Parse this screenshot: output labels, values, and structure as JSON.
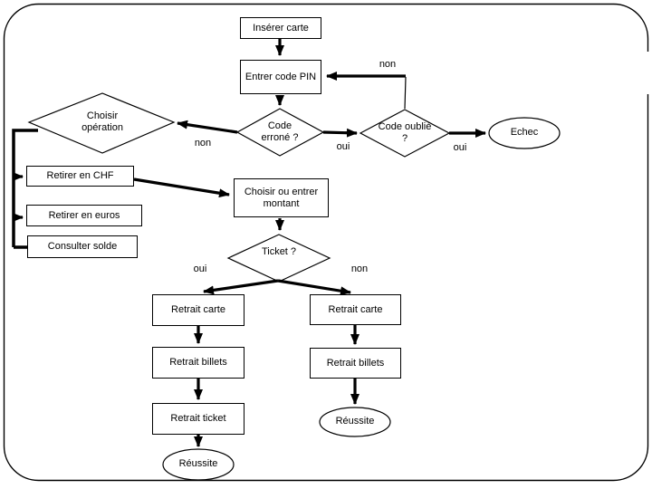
{
  "diagram_type": "flowchart",
  "title": "ATM / Bancomat flowchart (French)",
  "nodes": {
    "inserer_carte": "Insérer carte",
    "entrer_code_pin": "Entrer code PIN",
    "choisir_operation": "Choisir opération",
    "code_errone": "Code erroné ?",
    "code_oublie": "Code oublié ?",
    "echec": "Echec",
    "retirer_chf": "Retirer en CHF",
    "retirer_euros": "Retirer en euros",
    "consulter_solde": "Consulter solde",
    "choisir_montant": "Choisir ou entrer montant",
    "ticket": "Ticket ?",
    "retrait_carte_gauche": "Retrait carte",
    "retrait_billets_gauche": "Retrait billets",
    "retrait_ticket": "Retrait ticket",
    "reussite_gauche": "Réussite",
    "retrait_carte_droite": "Retrait carte",
    "retrait_billets_droite": "Retrait billets",
    "reussite_droite": "Réussite"
  },
  "edge_labels": {
    "pin_retry_non": "non",
    "errone_non": "non",
    "errone_oui": "oui",
    "oublie_oui": "oui",
    "ticket_oui": "oui",
    "ticket_non": "non"
  },
  "colors": {
    "line": "#000000",
    "background": "#ffffff",
    "node_fill": "#ffffff"
  }
}
